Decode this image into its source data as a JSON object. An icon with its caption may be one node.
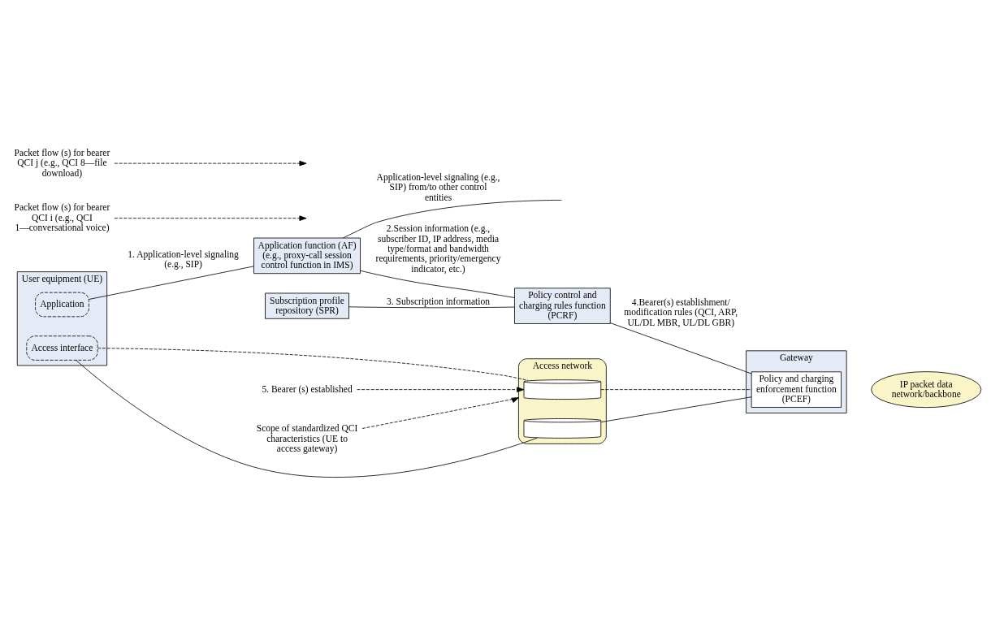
{
  "diagram": {
    "nodes": [
      {
        "text": [
          "User equipment (UE)"
        ]
      },
      {
        "text": [
          "Application"
        ],
        "in": 0
      },
      {
        "text": [
          "Access interface"
        ],
        "in": 0
      },
      {
        "text": [
          "Application function (AF) (e.g., proxy-call session control function in IMS)"
        ]
      },
      {
        "text": [
          "Subscription profile repository (SPR)"
        ]
      },
      {
        "text": [
          "Policy control and charging rules function (PCRF)"
        ]
      },
      {
        "text": [
          "Access network"
        ]
      },
      {
        "text": [
          "Gateway"
        ]
      },
      {
        "text": [
          "Policy and charging enforcement function (PCEF)"
        ],
        "in": 7
      },
      {
        "text": [
          "IP packet data network/backbone"
        ]
      },
      {
        "text": [],
        "shape": "cylinder",
        "in": 6
      },
      {
        "text": [],
        "shape": "cylinder",
        "in": 6
      },
      {
        "text": [
          "5. Bearer (s) established"
        ]
      },
      {
        "text": [
          "Scope of standardized QCI characteristics (UE to access gateway)"
        ]
      },
      {
        "text": [
          "Packet flow (s) for bearer QCI i (e.g., QCI 1—conversational voice)"
        ]
      },
      {
        "text": [
          "Packet flow (s) for bearer QCI j (e.g., QCI 8—file download)"
        ]
      }
    ],
    "edges": [
      {
        "from": 1,
        "to": 3,
        "arrow": "none",
        "label": "1. Application-level signaling (e.g., SIP)"
      },
      {
        "from": 3,
        "to": null,
        "arrow": "none",
        "label": "Application-level signaling (e.g., SIP) from/to other control entities"
      },
      {
        "from": 3,
        "to": 5,
        "arrow": "none",
        "label": "2.Session information (e.g., subscriber ID, IP address, media type/format and bandwidth requirements, priority/emergency indicator, etc.)"
      },
      {
        "from": 4,
        "to": 5,
        "arrow": "none",
        "label": "3. Subscription information"
      },
      {
        "from": 5,
        "to": 8,
        "arrow": "none",
        "label": "4.Bearer(s) establishment/ modification rules (QCI, ARP, UL/DL MBR, UL/DL GBR)"
      },
      {
        "from": 2,
        "to": 10,
        "arrow": "none",
        "style": "dashed"
      },
      {
        "from": 10,
        "to": 8,
        "arrow": "none",
        "style": "dashed"
      },
      {
        "from": 2,
        "to": 11,
        "arrow": "none"
      },
      {
        "from": 11,
        "to": 8,
        "arrow": "none"
      },
      {
        "from": 12,
        "to": 10,
        "arrow": "to",
        "style": "dashed"
      },
      {
        "from": 13,
        "to": 6,
        "arrow": "to",
        "style": "dashed"
      },
      {
        "from": 14,
        "to": null,
        "arrow": "to",
        "style": "dashed"
      },
      {
        "from": 15,
        "to": null,
        "arrow": "to",
        "style": "dashed"
      }
    ]
  }
}
